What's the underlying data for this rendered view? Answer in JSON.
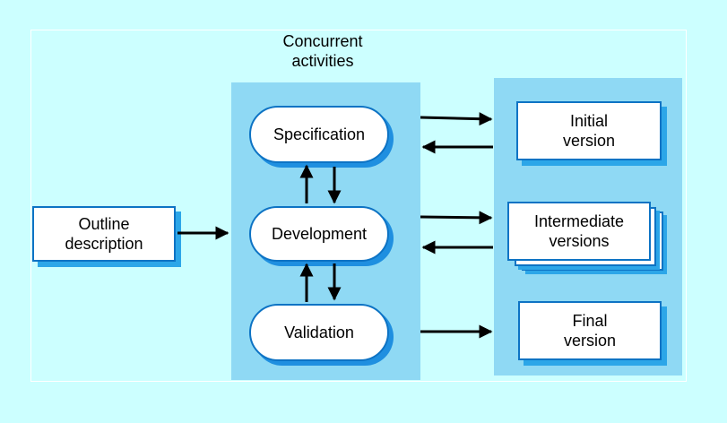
{
  "group_title": "Concurrent\nactivities",
  "input": {
    "label": "Outline\ndescription"
  },
  "activities": [
    {
      "label": "Specification"
    },
    {
      "label": "Development"
    },
    {
      "label": "Validation"
    }
  ],
  "outputs": [
    {
      "label": "Initial\nversion"
    },
    {
      "label": "Intermediate\nversions"
    },
    {
      "label": "Final\nversion"
    }
  ],
  "colors": {
    "background": "#ccffff",
    "panel": "#8fd9f4",
    "border": "#0d73c4",
    "shadow": "#2ca6e8"
  }
}
